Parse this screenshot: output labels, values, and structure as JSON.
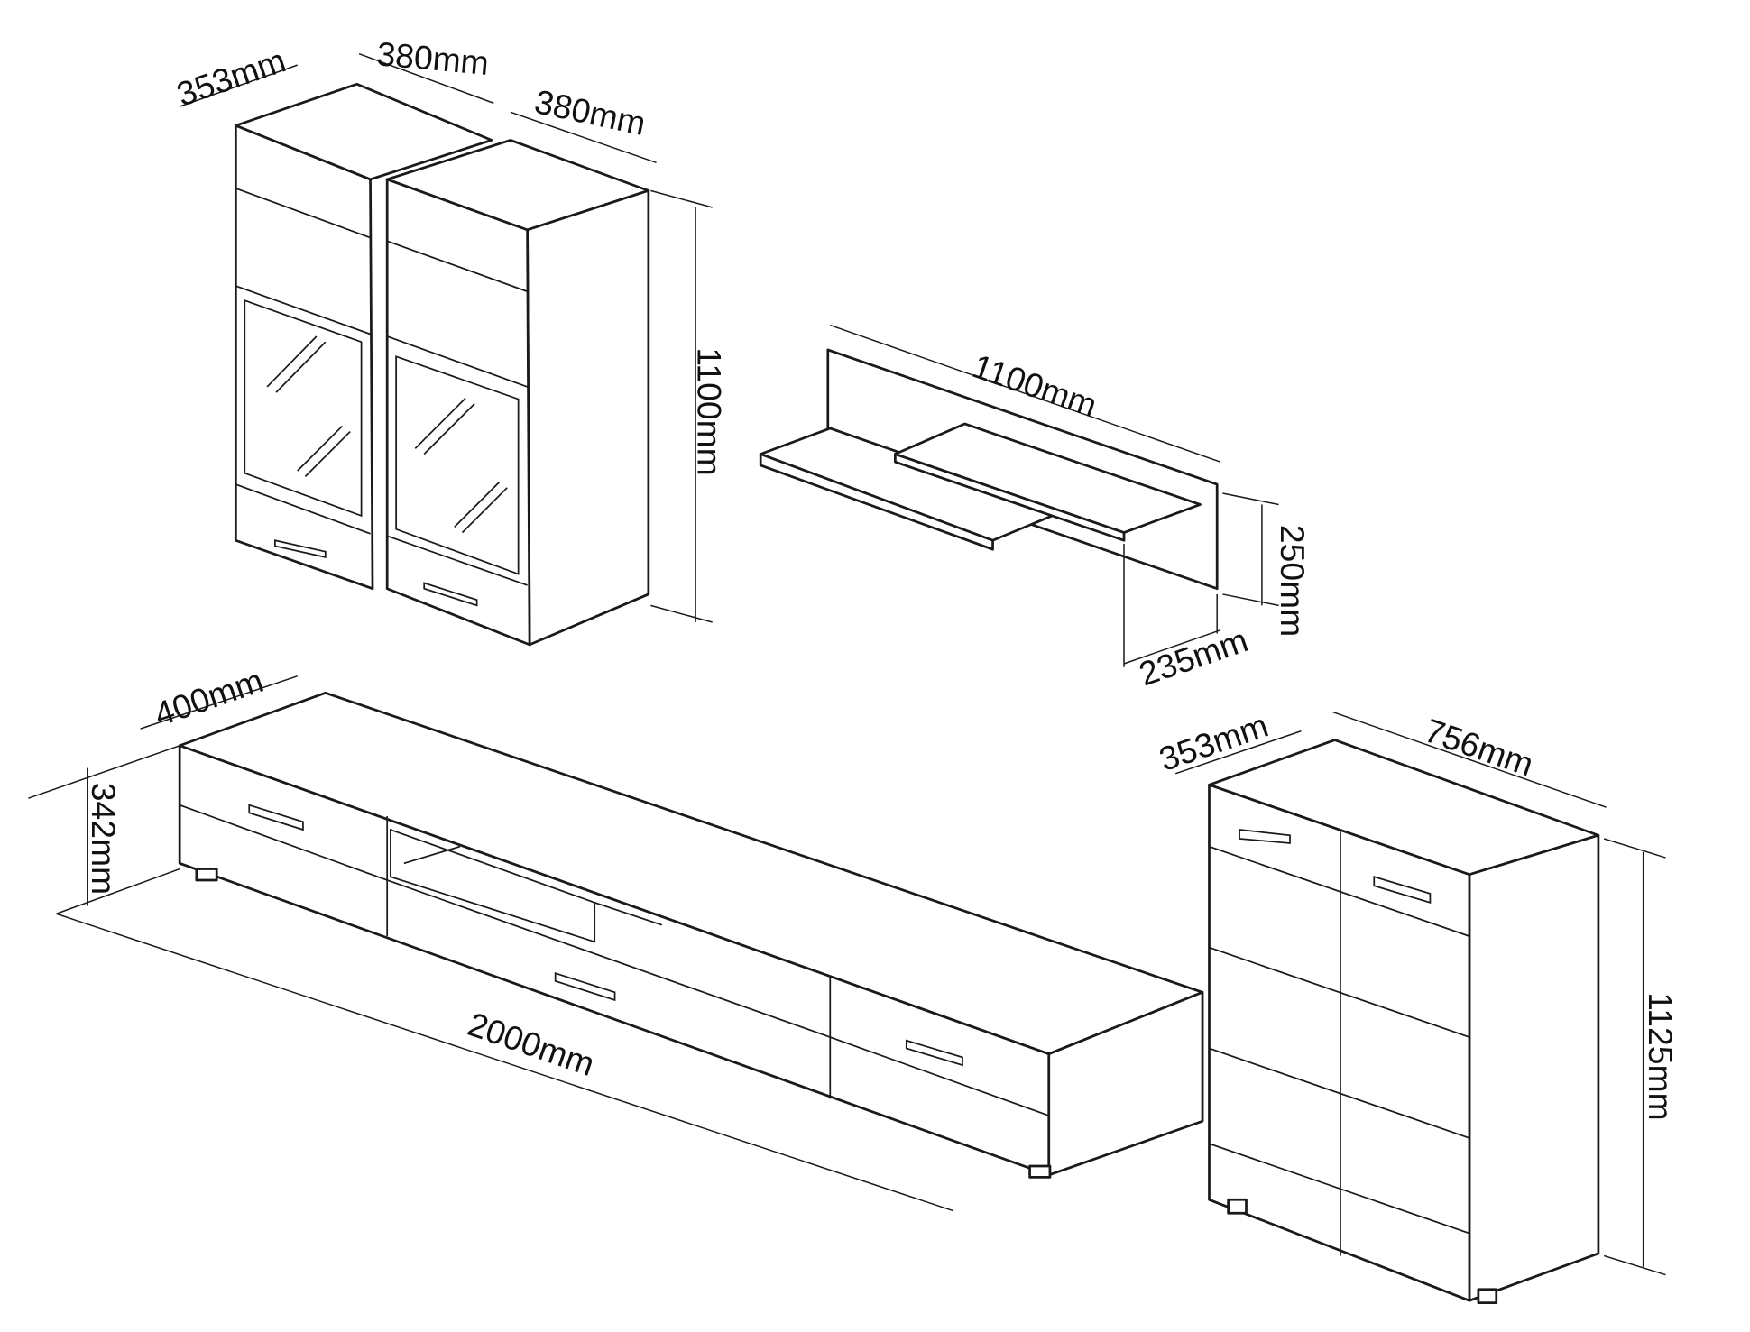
{
  "title": "Living room furniture set dimensions",
  "colors": {
    "line": "#1a1a1a",
    "background": "#ffffff"
  },
  "labels": {
    "wall_cabinet_depth": "353mm",
    "wall_cabinet_1_width": "380mm",
    "wall_cabinet_2_width": "380mm",
    "wall_cabinet_height": "1100mm",
    "shelf_width": "1100mm",
    "shelf_height": "250mm",
    "shelf_depth": "235mm",
    "tv_unit_depth": "400mm",
    "tv_unit_height": "342mm",
    "tv_unit_width": "2000mm",
    "chest_depth": "353mm",
    "chest_width": "756mm",
    "chest_height": "1125mm"
  }
}
